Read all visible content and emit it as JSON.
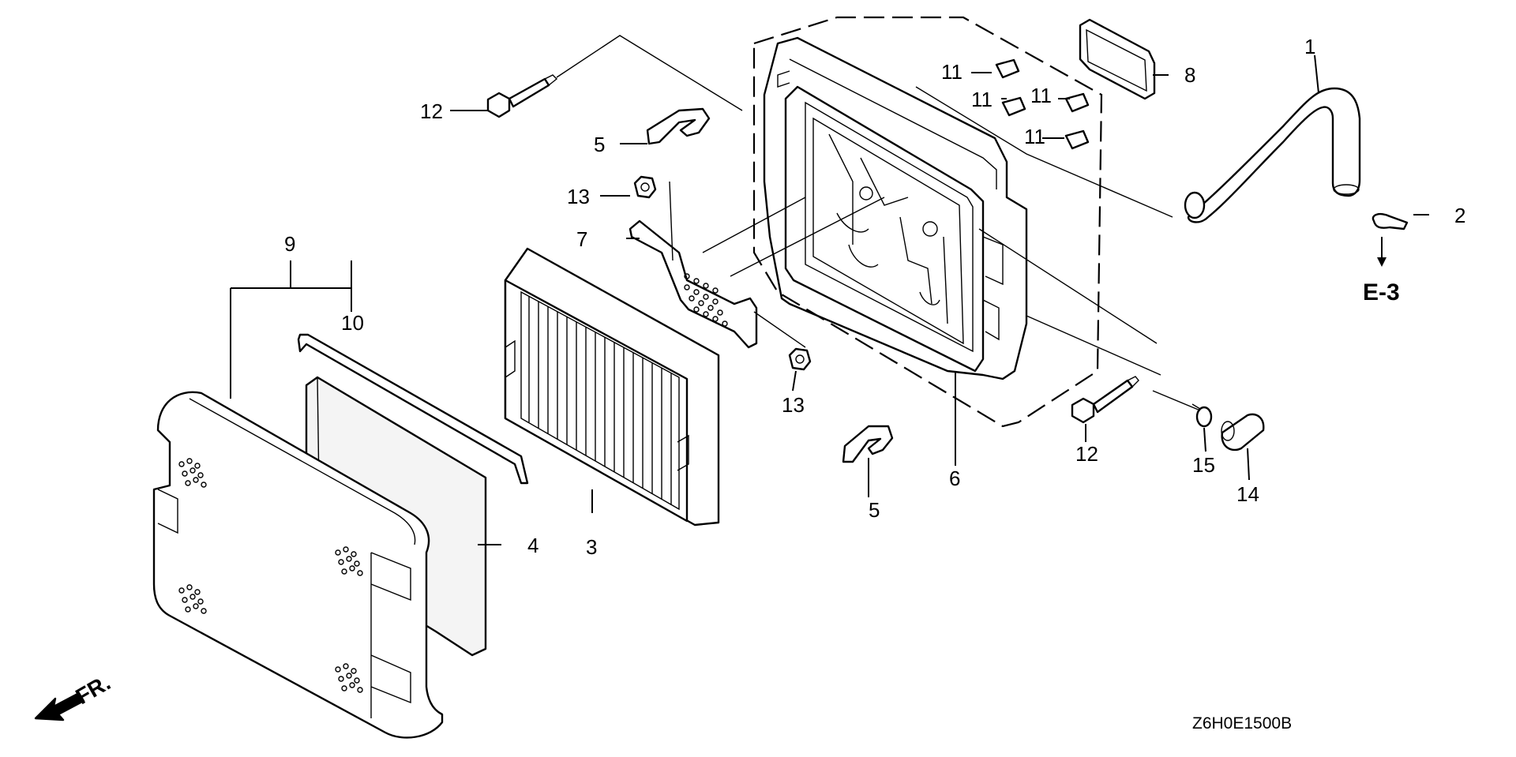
{
  "diagram": {
    "drawing_code": "Z6H0E1500B",
    "reference_label": "E-3",
    "front_marker": "FR.",
    "callouts": {
      "c1": "1",
      "c2": "2",
      "c3": "3",
      "c4": "4",
      "c5a": "5",
      "c5b": "5",
      "c6": "6",
      "c7": "7",
      "c8": "8",
      "c9": "9",
      "c10": "10",
      "c11a": "11",
      "c11b": "11",
      "c11c": "11",
      "c11d": "11",
      "c12a": "12",
      "c12b": "12",
      "c13a": "13",
      "c13b": "13",
      "c14": "14",
      "c15": "15"
    }
  }
}
